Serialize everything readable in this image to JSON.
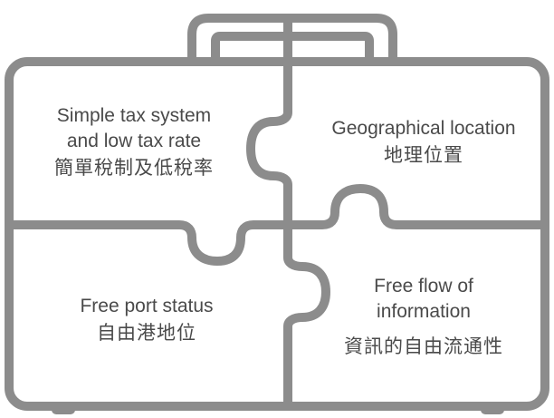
{
  "colors": {
    "outline": "#8c8c8c",
    "text": "#4a4a4a",
    "background": "#ffffff"
  },
  "pieces": {
    "top_left": {
      "line1": "Simple tax system",
      "line2": "and low tax rate",
      "line3": "簡單稅制及低稅率"
    },
    "top_right": {
      "line1": "Geographical location",
      "line2": "地理位置"
    },
    "bottom_left": {
      "line1": "Free port status",
      "line2": "自由港地位"
    },
    "bottom_right": {
      "line1": "Free flow of",
      "line2": "information",
      "line3": "資訊的自由流通性"
    }
  }
}
